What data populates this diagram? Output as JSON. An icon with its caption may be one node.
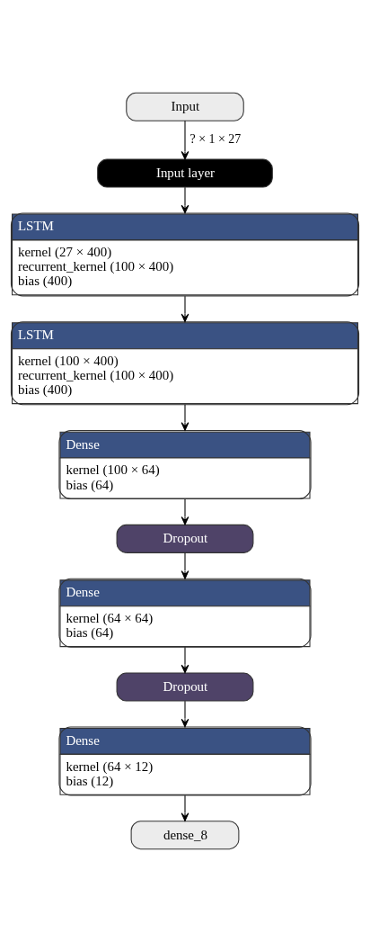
{
  "diagram": {
    "nodes": [
      {
        "text": [
          "Input"
        ]
      },
      {
        "text": [
          "Input layer"
        ]
      },
      {
        "text": [
          "LSTM",
          "kernel (27 × 400)",
          "recurrent_kernel (100 × 400)",
          "bias (400)"
        ]
      },
      {
        "text": [
          "LSTM",
          "kernel (100 × 400)",
          "recurrent_kernel (100 × 400)",
          "bias (400)"
        ]
      },
      {
        "text": [
          "Dense",
          "kernel (100 × 64)",
          "bias (64)"
        ]
      },
      {
        "text": [
          "Dropout"
        ]
      },
      {
        "text": [
          "Dense",
          "kernel (64 × 64)",
          "bias (64)"
        ]
      },
      {
        "text": [
          "Dropout"
        ]
      },
      {
        "text": [
          "Dense",
          "kernel (64 × 12)",
          "bias (12)"
        ]
      },
      {
        "text": [
          "dense_8"
        ]
      }
    ],
    "edges": [
      {
        "from": 0,
        "to": 1,
        "arrow": "to",
        "label": "? × 1 × 27"
      },
      {
        "from": 1,
        "to": 2,
        "arrow": "to"
      },
      {
        "from": 2,
        "to": 3,
        "arrow": "to"
      },
      {
        "from": 3,
        "to": 4,
        "arrow": "to"
      },
      {
        "from": 4,
        "to": 5,
        "arrow": "to"
      },
      {
        "from": 5,
        "to": 6,
        "arrow": "to"
      },
      {
        "from": 6,
        "to": 7,
        "arrow": "to"
      },
      {
        "from": 7,
        "to": 8,
        "arrow": "to"
      },
      {
        "from": 8,
        "to": 9,
        "arrow": "to"
      }
    ]
  }
}
